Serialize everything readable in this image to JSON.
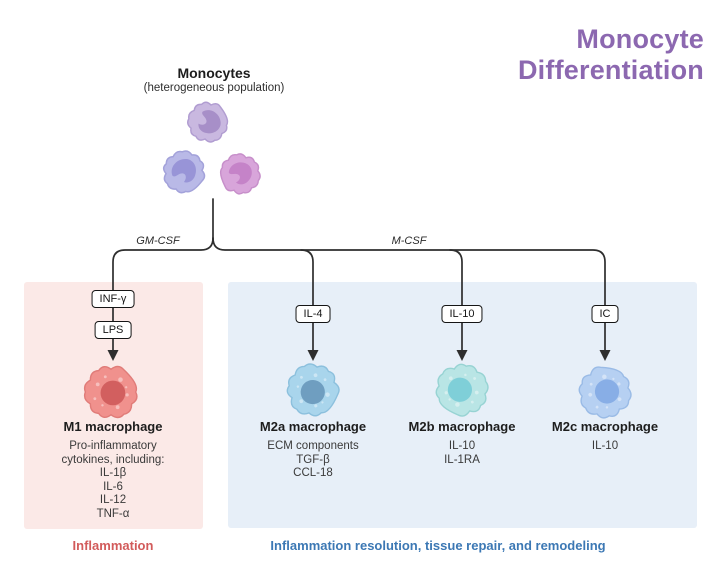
{
  "title": {
    "line1": "Monocyte",
    "line2": "Differentiation",
    "color": "#8c68b0"
  },
  "monocytes": {
    "label": "Monocytes",
    "sublabel": "(heterogeneous population)"
  },
  "factors": {
    "left": "GM-CSF",
    "right": "M-CSF"
  },
  "line_color": "#2e2e2e",
  "m1_panel": {
    "bg": "#fbe9e7",
    "stimuli": [
      "INF-γ",
      "LPS"
    ],
    "cell_label": "M1 macrophage",
    "products": [
      "Pro-inflammatory",
      "cytokines, including:",
      "IL-1β",
      "IL-6",
      "IL-12",
      "TNF-α"
    ],
    "footer": "Inflammation",
    "footer_color": "#d25b5b"
  },
  "m2_panel": {
    "bg": "#e7eff8",
    "columns": [
      {
        "stimulus": "IL-4",
        "cell_label": "M2a macrophage",
        "products": [
          "ECM components",
          "TGF-β",
          "CCL-18"
        ]
      },
      {
        "stimulus": "IL-10",
        "cell_label": "M2b macrophage",
        "products": [
          "IL-10",
          "IL-1RA"
        ]
      },
      {
        "stimulus": "IC",
        "cell_label": "M2c macrophage",
        "products": [
          "IL-10"
        ]
      }
    ],
    "footer": "Inflammation resolution, tissue repair, and remodeling",
    "footer_color": "#3c78b4"
  },
  "cells": {
    "monocyte_top": {
      "body": "#c9b8e0",
      "stroke": "#b19dd1",
      "nucleus": "#a78fc8"
    },
    "monocyte_left": {
      "body": "#b9b9e7",
      "stroke": "#a3a2da",
      "nucleus": "#9894d7"
    },
    "monocyte_right": {
      "body": "#d8a5da",
      "stroke": "#c78fca",
      "nucleus": "#c583c8"
    },
    "m1": {
      "body": "#f0918d",
      "stroke": "#e07c79",
      "nucleus": "#d25f5f"
    },
    "m2a": {
      "body": "#a9d5ec",
      "stroke": "#8cc0dd",
      "nucleus": "#6f9ec0"
    },
    "m2b": {
      "body": "#b9e5e5",
      "stroke": "#97d3d3",
      "nucleus": "#7fcfd8"
    },
    "m2c": {
      "body": "#b6d0f2",
      "stroke": "#9abbe6",
      "nucleus": "#88aee6"
    }
  }
}
